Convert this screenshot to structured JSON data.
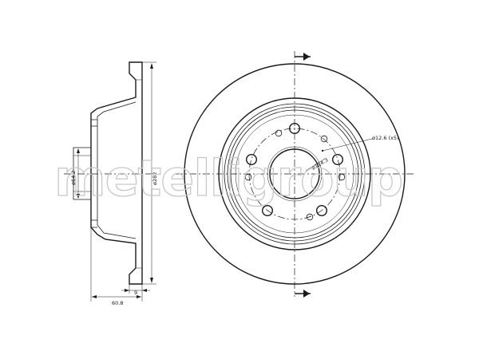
{
  "watermark": {
    "text": "metelligroup",
    "color": "#c8c8c8"
  },
  "side_view": {
    "dim_hub_diameter": "ø64.2",
    "dim_outer_diameter": "ø282",
    "dim_height": "60.8",
    "dim_thickness": "9"
  },
  "front_view": {
    "dim_hole": "ø12.6 (x5)",
    "dim_bolt_circle": "ø114.3"
  },
  "colors": {
    "line": "#1a1a1a",
    "background": "#ffffff"
  }
}
